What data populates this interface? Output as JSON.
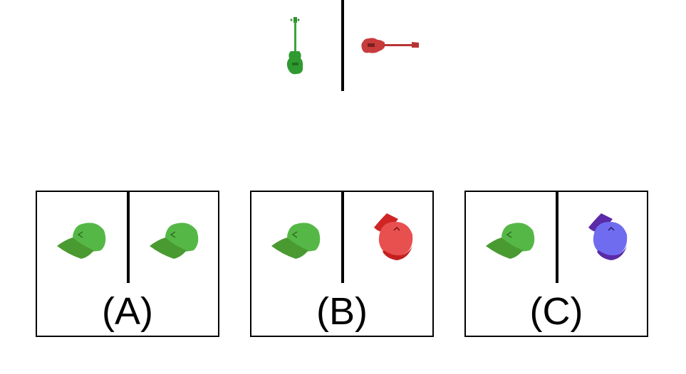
{
  "question": {
    "left_item": {
      "icon": "bass-guitar-icon",
      "color": "#2f9a2f"
    },
    "right_item": {
      "icon": "bass-guitar-icon",
      "color": "#c83b3b"
    }
  },
  "choices": [
    {
      "label": "(A)",
      "left": {
        "icon": "baseball-cap-icon",
        "color": "#55b846"
      },
      "right": {
        "icon": "baseball-cap-icon",
        "color": "#55b846"
      }
    },
    {
      "label": "(B)",
      "left": {
        "icon": "baseball-cap-icon",
        "color": "#55b846"
      },
      "right": {
        "icon": "baseball-cap-icon",
        "color": "#e03a3a"
      }
    },
    {
      "label": "(C)",
      "left": {
        "icon": "baseball-cap-icon",
        "color": "#55b846"
      },
      "right": {
        "icon": "baseball-cap-icon",
        "color": "#6a55e0"
      }
    }
  ]
}
